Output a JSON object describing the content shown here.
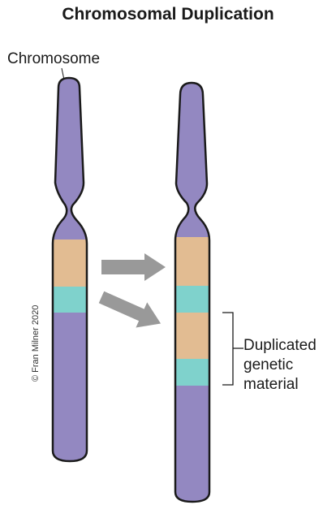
{
  "title": "Chromosomal Duplication",
  "labels": {
    "chromosome": "Chromosome",
    "duplicated_line1": "Duplicated",
    "duplicated_line2": "genetic",
    "duplicated_line3": "material"
  },
  "credit": "© Fran Milner 2020",
  "colors": {
    "chromosome_body": "#9388c1",
    "chromosome_outline": "#1a1a1a",
    "band_tan": "#e2bc92",
    "band_teal": "#7fd2cc",
    "arrow": "#999999"
  }
}
